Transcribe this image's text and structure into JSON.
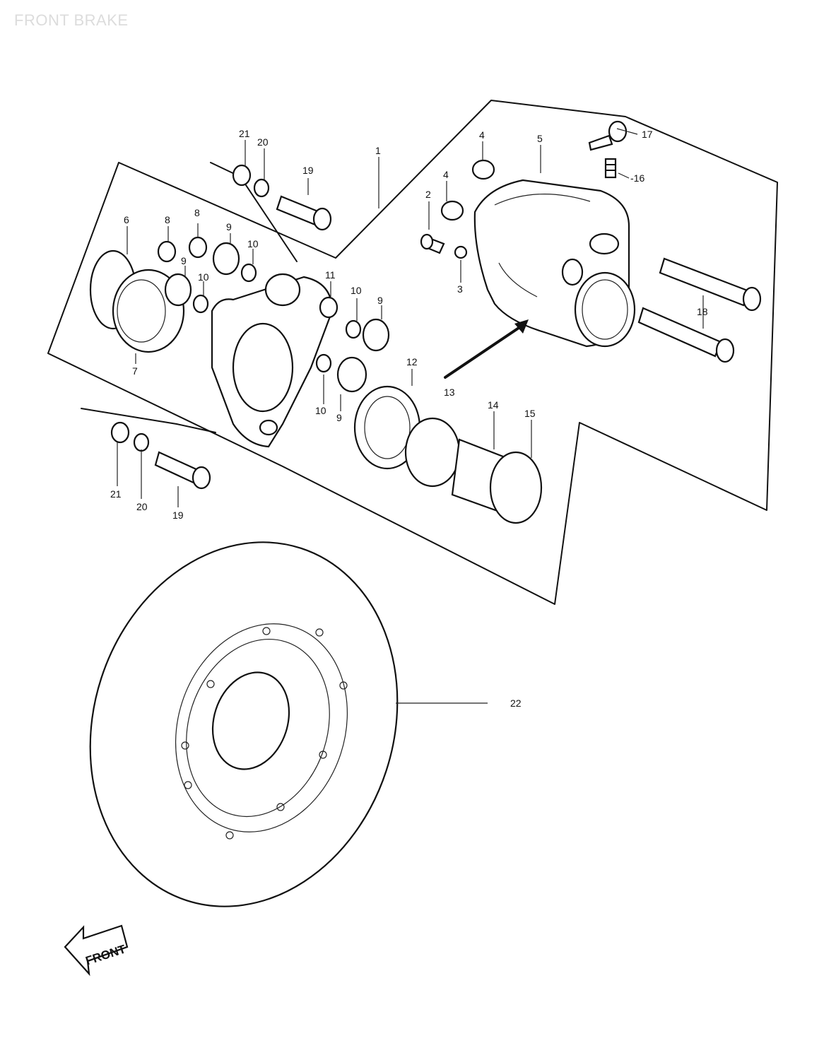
{
  "title": "FRONT BRAKE",
  "front_badge": "FRONT",
  "callouts": [
    {
      "id": "c1",
      "text": "1"
    },
    {
      "id": "c2",
      "text": "2"
    },
    {
      "id": "c3",
      "text": "3"
    },
    {
      "id": "c4a",
      "text": "4"
    },
    {
      "id": "c4b",
      "text": "4"
    },
    {
      "id": "c5",
      "text": "5"
    },
    {
      "id": "c6",
      "text": "6"
    },
    {
      "id": "c7",
      "text": "7"
    },
    {
      "id": "c8a",
      "text": "8"
    },
    {
      "id": "c8b",
      "text": "8"
    },
    {
      "id": "c9a",
      "text": "9"
    },
    {
      "id": "c9b",
      "text": "9"
    },
    {
      "id": "c9c",
      "text": "9"
    },
    {
      "id": "c9d",
      "text": "9"
    },
    {
      "id": "c10a",
      "text": "10"
    },
    {
      "id": "c10b",
      "text": "10"
    },
    {
      "id": "c10c",
      "text": "10"
    },
    {
      "id": "c10d",
      "text": "10"
    },
    {
      "id": "c11",
      "text": "11"
    },
    {
      "id": "c12",
      "text": "12"
    },
    {
      "id": "c13",
      "text": "13"
    },
    {
      "id": "c14",
      "text": "14"
    },
    {
      "id": "c15",
      "text": "15"
    },
    {
      "id": "c16",
      "text": "-16"
    },
    {
      "id": "c17",
      "text": "17"
    },
    {
      "id": "c18",
      "text": "18"
    },
    {
      "id": "c19a",
      "text": "19"
    },
    {
      "id": "c19b",
      "text": "19"
    },
    {
      "id": "c20a",
      "text": "20"
    },
    {
      "id": "c20b",
      "text": "20"
    },
    {
      "id": "c21a",
      "text": "21"
    },
    {
      "id": "c21b",
      "text": "21"
    },
    {
      "id": "c22",
      "text": "22"
    }
  ]
}
